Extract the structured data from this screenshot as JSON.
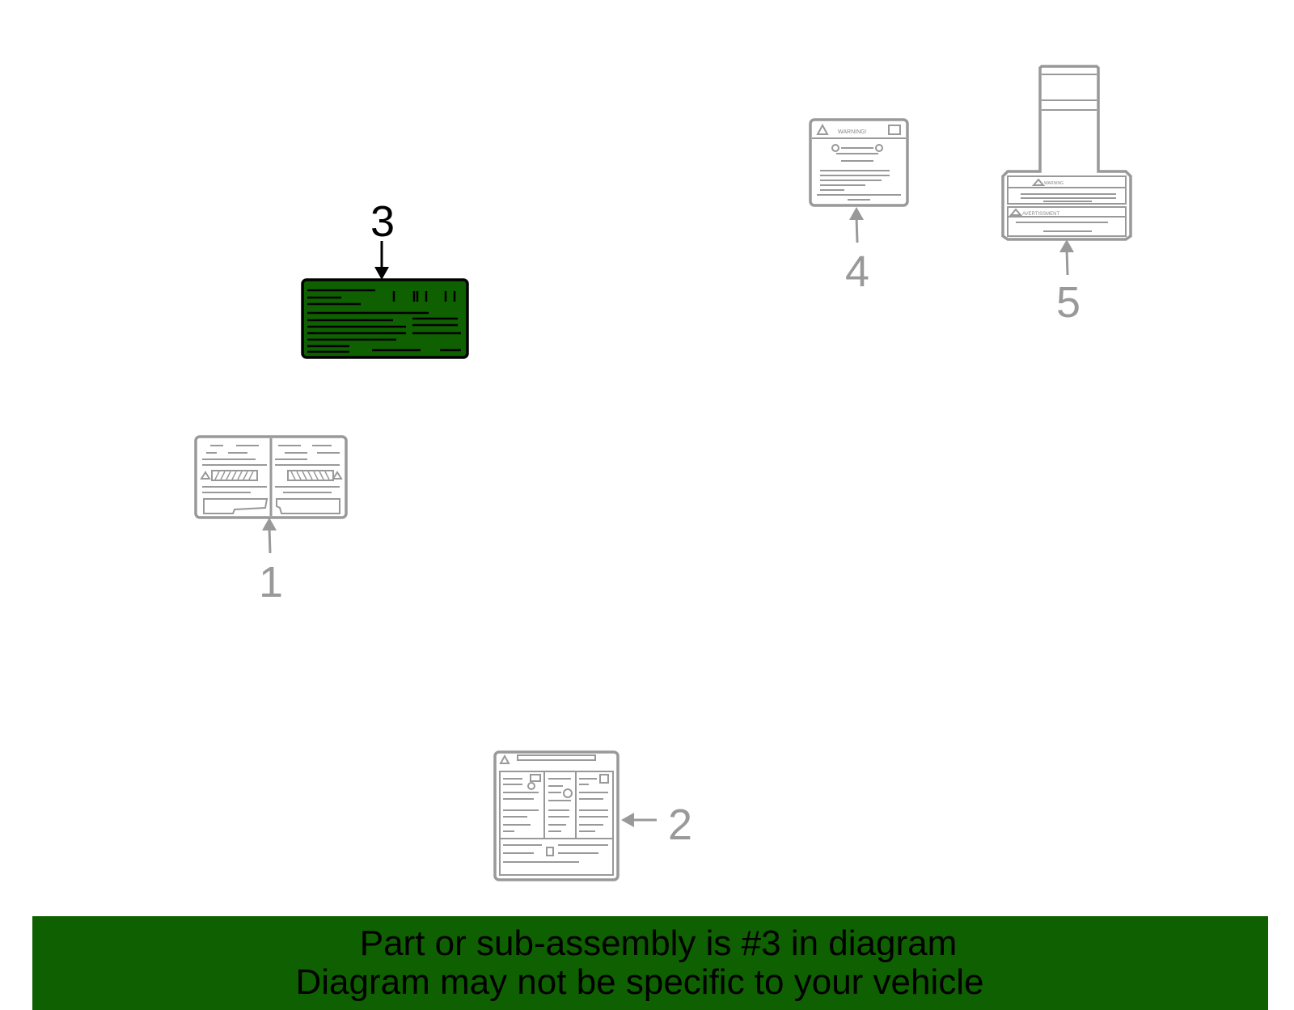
{
  "callouts": {
    "c1": "1",
    "c2": "2",
    "c3": "3",
    "c4": "4",
    "c5": "5"
  },
  "label_texts": {
    "warning_caps": "WARNING!",
    "warning_small": "WARNING",
    "avertissement": "AVERTISSMENT"
  },
  "highlighted_part": "3",
  "banner": {
    "line1": "Part or sub-assembly is #3 in diagram",
    "line2": "Diagram may not be specific to your vehicle"
  },
  "colors": {
    "highlight_green": "#0f6000",
    "outline_gray": "#999999",
    "banner_green": "#0f6000"
  }
}
